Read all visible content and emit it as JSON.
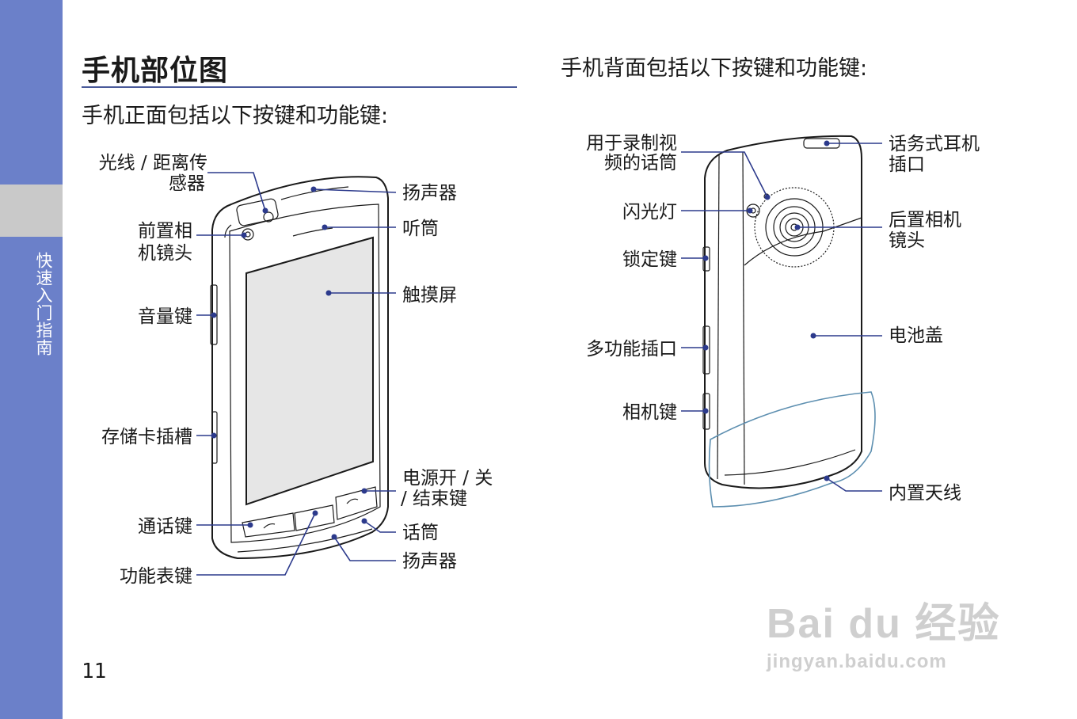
{
  "sidebar": {
    "chapter": "快速入门指南"
  },
  "page": {
    "title": "手机部位图",
    "front_intro": "手机正面包括以下按键和功能键:",
    "back_intro": "手机背面包括以下按键和功能键:",
    "page_number": "11"
  },
  "front_labels": {
    "sensor_1": "光线 / 距离传",
    "sensor_2": "感器",
    "front_cam_1": "前置相",
    "front_cam_2": "机镜头",
    "volume": "音量键",
    "card_slot": "存储卡插槽",
    "call": "通话键",
    "menu": "功能表键",
    "speaker_top": "扬声器",
    "earpiece": "听筒",
    "touchscreen": "触摸屏",
    "power_1": "电源开 / 关",
    "power_2": "/ 结束键",
    "mic": "话筒",
    "speaker_bottom": "扬声器"
  },
  "back_labels": {
    "video_mic_1": "用于录制视",
    "video_mic_2": "频的话筒",
    "flash": "闪光灯",
    "lock": "锁定键",
    "multi_port": "多功能插口",
    "camera_key": "相机键",
    "headset_1": "话务式耳机",
    "headset_2": "插口",
    "rear_cam_1": "后置相机",
    "rear_cam_2": "镜头",
    "battery": "电池盖",
    "antenna": "内置天线"
  },
  "watermark": {
    "logo": "Bai du 经验",
    "url": "jingyan.baidu.com"
  }
}
